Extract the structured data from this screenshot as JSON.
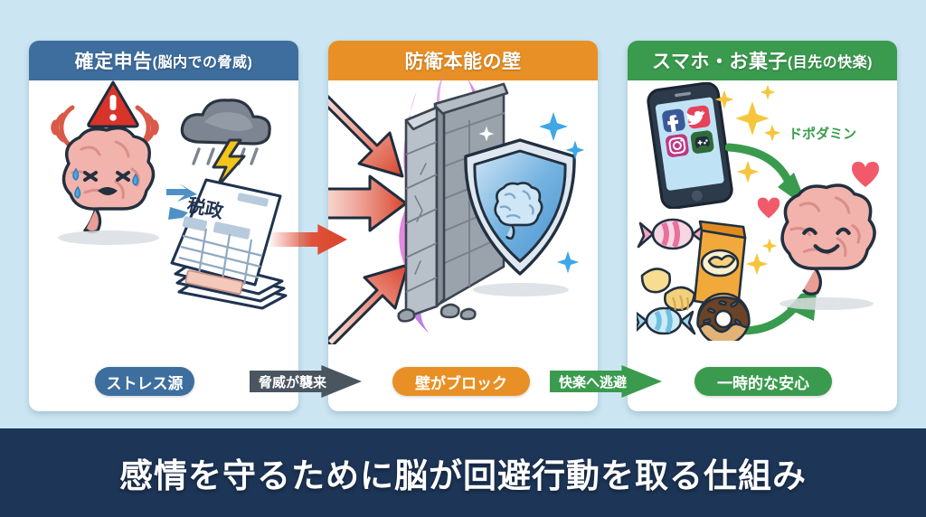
{
  "background_color": "#cbe6f2",
  "panels": [
    {
      "id": "stress-source",
      "header_main": "確定申告",
      "header_sub": "(脳内での脅威)",
      "header_color": "#3d6e9e",
      "pill_label": "ストレス源",
      "pill_color": "#3d6e9e",
      "art": {
        "brain_state": "stressed-brain",
        "warning_icon": "warning-triangle-icon",
        "storm_icon": "storm-cloud-lightning-icon",
        "document_title": "税政",
        "document_icon": "tax-document-stack-icon"
      }
    },
    {
      "id": "defense-wall",
      "header_main": "防衛本能の壁",
      "header_sub": "",
      "header_color": "#e89025",
      "pill_label": "壁がブロック",
      "pill_color": "#e89025",
      "art": {
        "wall_icon": "stone-brick-wall-icon",
        "aura_icon": "purple-energy-aura-icon",
        "shield_icon": "brain-shield-icon",
        "impact_arrows": 3,
        "impact_arrow_color": "#d9432c"
      }
    },
    {
      "id": "instant-pleasure",
      "header_main": "スマホ・お菓子",
      "header_sub": "(目先の快楽)",
      "header_color": "#3a9b4e",
      "pill_label": "一時的な安心",
      "pill_color": "#3a9b4e",
      "art": {
        "phone_icon": "smartphone-icon",
        "app_icons": [
          "facebook-icon",
          "twitter-icon",
          "instagram-icon",
          "game-controller-icon"
        ],
        "dopamine_label": "ドポダミン",
        "dopamine_label_color": "#3a9b4e",
        "snacks_icon": "snacks-candy-donut-icon",
        "brain_state": "happy-brain",
        "heart_icon": "heart-icon",
        "sparkle_icon": "sparkle-icon"
      }
    }
  ],
  "connectors": [
    {
      "id": "threat-incoming",
      "label": "脅威が襲来",
      "color": "#4a5560",
      "shape": "arrow-right"
    },
    {
      "id": "escape-to-pleasure",
      "label": "快楽へ逃避",
      "color": "#3a9b4e",
      "shape": "arrow-right"
    }
  ],
  "red_arrow": {
    "name": "red-transition-arrow",
    "color": "#d9432c"
  },
  "banner": {
    "text": "感情を守るために脳が回避行動を取る仕組み",
    "background_color": "#1d3557",
    "text_color": "#ffffff"
  }
}
